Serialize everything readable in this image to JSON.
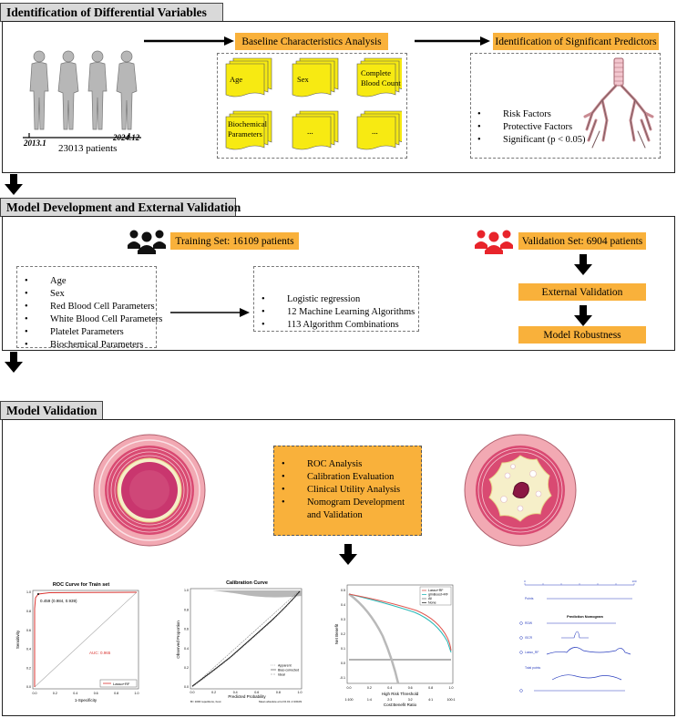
{
  "sections": {
    "s1_title": "Identification of Differential Variables",
    "s2_title": "Model Development and External Validation",
    "s3_title": "Model Validation"
  },
  "s1": {
    "timeline_start": "2013.1",
    "timeline_end": "2024.12",
    "patients": "23013 patients",
    "baseline_title": "Baseline Characteristics Analysis",
    "cards": [
      "Age",
      "Sex",
      "Complete Blood Count",
      "Biochemical Parameters",
      "...",
      "..."
    ],
    "predictors_title": "Identification of Significant Predictors",
    "predictors": [
      "Risk Factors",
      "Protective Factors",
      "Significant (p < 0.05)"
    ]
  },
  "s2": {
    "training": "Training Set: 16109 patients",
    "validation": "Validation Set: 6904 patients",
    "variables": [
      "Age",
      "Sex",
      "Red Blood Cell  Parameters",
      "White Blood Cell Parameters",
      "Platelet Parameters",
      "Biochemical Parameters"
    ],
    "methods": [
      "Logistic regression",
      "12 Machine Learning Algorithms",
      "113 Algorithm Combinations"
    ],
    "external": "External Validation",
    "robustness": "Model Robustness"
  },
  "s3": {
    "analyses": [
      "ROC Analysis",
      "Calibration Evaluation",
      "Clinical Utility Analysis",
      "Nomogram Development and Validation"
    ]
  },
  "roc": {
    "title": "ROC Curve for Train set",
    "point_label": "0.459 (0.984, 0.939)",
    "auc": "AUC: 0.965",
    "legend": "Lasso+RF",
    "xlabel": "1-Specificity",
    "ylabel": "Sensitivity",
    "xticks": [
      "0.0",
      "0.2",
      "0.4",
      "0.6",
      "0.8",
      "1.0"
    ],
    "yticks": [
      "0.0",
      "0.2",
      "0.4",
      "0.6",
      "0.8",
      "1.0"
    ]
  },
  "calib": {
    "title": "Calibration Curve",
    "xlabel": "Predicted Probability",
    "ylabel": "Observed Proportion",
    "xticks": [
      "0.0",
      "0.2",
      "0.4",
      "0.6",
      "0.8",
      "1.0"
    ],
    "yticks": [
      "0.0",
      "0.2",
      "0.4",
      "0.6",
      "0.8",
      "1.0"
    ],
    "legend": [
      "Apparent",
      "Bias-corrected",
      "Ideal"
    ],
    "foot_left": "B= 1000 repetitions, boot",
    "foot_right": "Mean absolute error=0.01  n=16109"
  },
  "dca": {
    "xlabel": "High Risk Threshold",
    "xlabel2": "Cost:Benefit Ratio",
    "ylabel": "Net Benefit",
    "xticks": [
      "0.0",
      "0.2",
      "0.4",
      "0.6",
      "0.8",
      "1.0"
    ],
    "yticks": [
      "-0.1",
      "0.0",
      "0.1",
      "0.2",
      "0.3",
      "0.4",
      "0.5"
    ],
    "cbr": [
      "1:100",
      "1:4",
      "2:3",
      "3:2",
      "4:1",
      "100:1"
    ],
    "legend": [
      "Lasso+RF",
      "glmBoost+RF",
      "All",
      "None"
    ]
  },
  "nomo": {
    "title": "Prediction Nomogram",
    "labels": [
      "Points",
      "RDW",
      "ISCR",
      "Lasso_RF",
      "Total points"
    ],
    "scale_left": "0",
    "scale_right": "100"
  },
  "colors": {
    "orange": "#f9b13b",
    "yellow": "#f7ea12",
    "red_icon": "#e8242b",
    "roc_red": "#d9332f",
    "dca_red": "#e0564f",
    "dca_teal": "#26b7b6",
    "dca_gray": "#b9b9b9",
    "nomo_blue": "#2b3fbf"
  }
}
